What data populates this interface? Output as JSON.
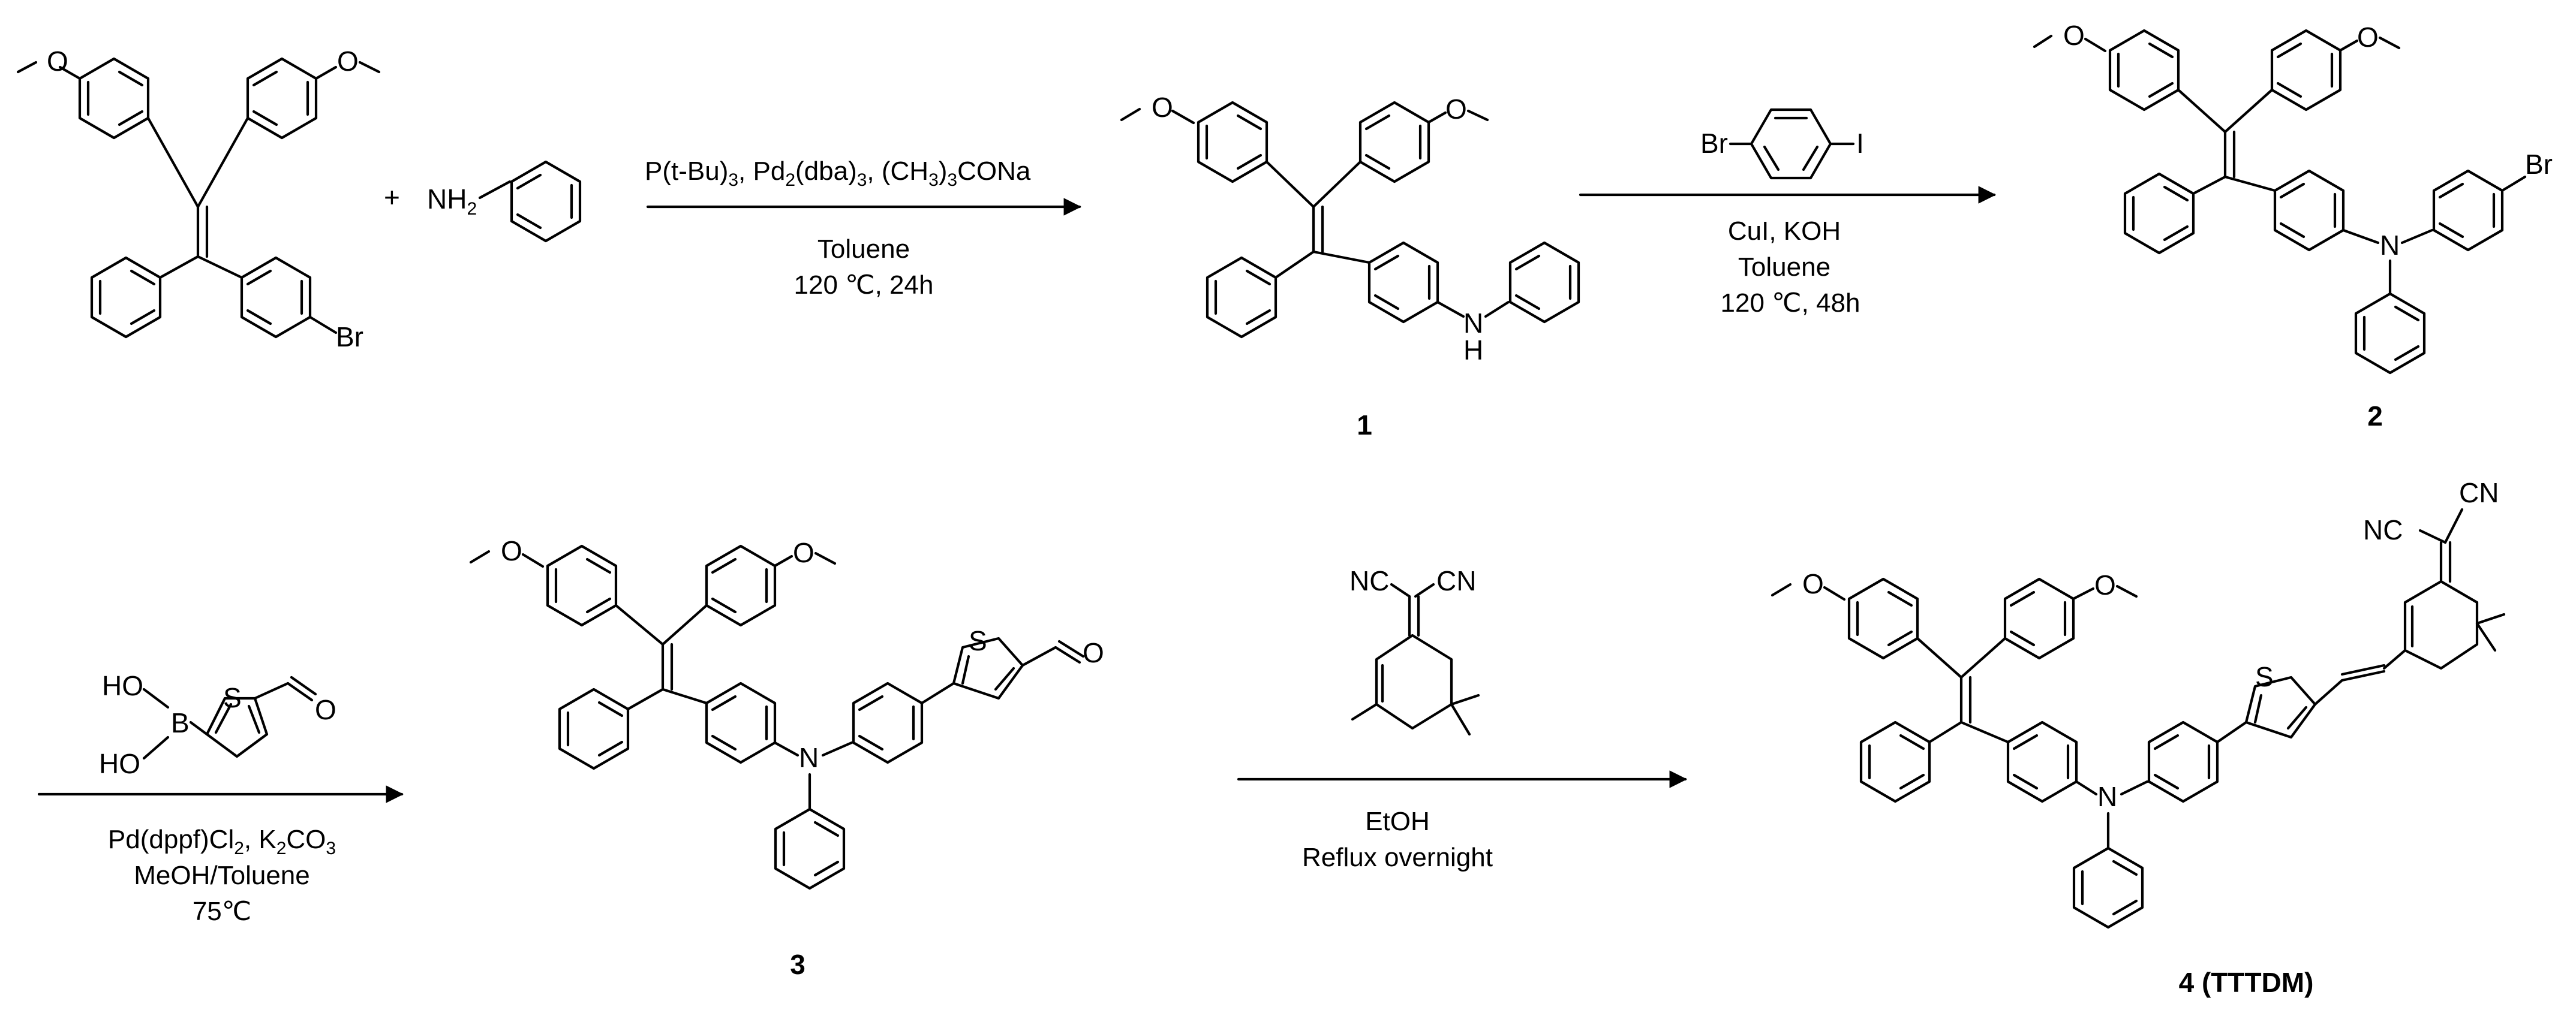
{
  "colors": {
    "ink": "#000000",
    "background": "#ffffff"
  },
  "reagents": {
    "aniline_label": "NH2",
    "plus": "+",
    "bromo_iodo_br": "Br",
    "bromo_iodo_i": "I",
    "boronic_ho1": "HO",
    "boronic_ho2": "HO",
    "boronic_b": "B",
    "dicyano_nc": "NC",
    "dicyano_cn": "CN"
  },
  "conditions": {
    "step1": {
      "line1": "P(t-Bu)3, Pd2(dba)3, (CH3)3CONa",
      "line2": "Toluene",
      "line3": "120 ℃, 24h"
    },
    "step2": {
      "line1": "CuI, KOH",
      "line2": "Toluene",
      "line3": "120 ℃, 48h"
    },
    "step3": {
      "line1": "Pd(dppf)Cl2, K2CO3",
      "line2": "MeOH/Toluene",
      "line3": "75℃"
    },
    "step4": {
      "line1": "EtOH",
      "line2": "Reflux overnight"
    }
  },
  "compounds": [
    {
      "id": "1",
      "label": "1"
    },
    {
      "id": "2",
      "label": "2"
    },
    {
      "id": "3",
      "label": "3"
    },
    {
      "id": "4",
      "label": "4 (TTTDM)"
    }
  ],
  "atoms": {
    "O": "O",
    "N": "N",
    "H": "H",
    "S": "S",
    "Br": "Br",
    "NC": "NC",
    "CN": "CN"
  }
}
